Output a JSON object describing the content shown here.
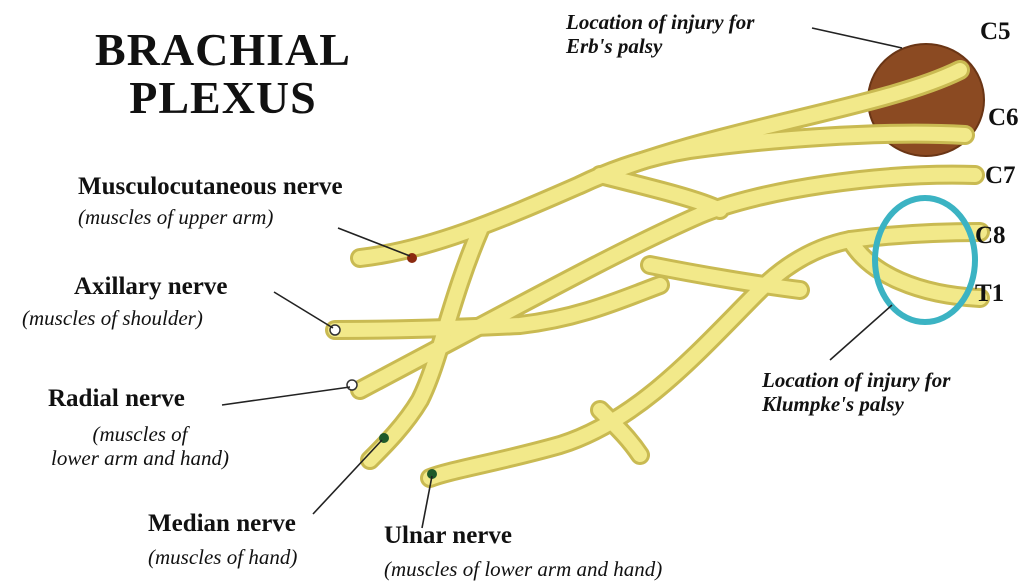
{
  "title": {
    "line1": "BRACHIAL",
    "line2": "PLEXUS"
  },
  "roots": {
    "c5": "C5",
    "c6": "C6",
    "c7": "C7",
    "c8": "C8",
    "t1": "T1"
  },
  "injuries": {
    "erb": {
      "line1": "Location of injury for",
      "line2": "Erb's palsy",
      "color": "#8B4A22"
    },
    "klumpke": {
      "line1": "Location of injury for",
      "line2": "Klumpke's palsy",
      "color": "#3BB3C3"
    }
  },
  "nerves": {
    "musculocutaneous": {
      "name": "Musculocutaneous nerve",
      "desc": "(muscles of upper arm)",
      "marker_color": "#8B2A10"
    },
    "axillary": {
      "name": "Axillary nerve",
      "desc": "(muscles of shoulder)",
      "marker_color": "#ffffff"
    },
    "radial": {
      "name": "Radial nerve",
      "desc1": "(muscles of",
      "desc2": "lower arm and hand)",
      "marker_color": "#ffffff"
    },
    "median": {
      "name": "Median nerve",
      "desc": "(muscles of hand)",
      "marker_color": "#1F5A2A"
    },
    "ulnar": {
      "name": "Ulnar nerve",
      "desc": "(muscles of lower arm and hand)",
      "marker_color": "#1F5A2A"
    }
  },
  "colors": {
    "nerve_fill": "#F2E98A",
    "nerve_outline": "#C9BA52"
  }
}
